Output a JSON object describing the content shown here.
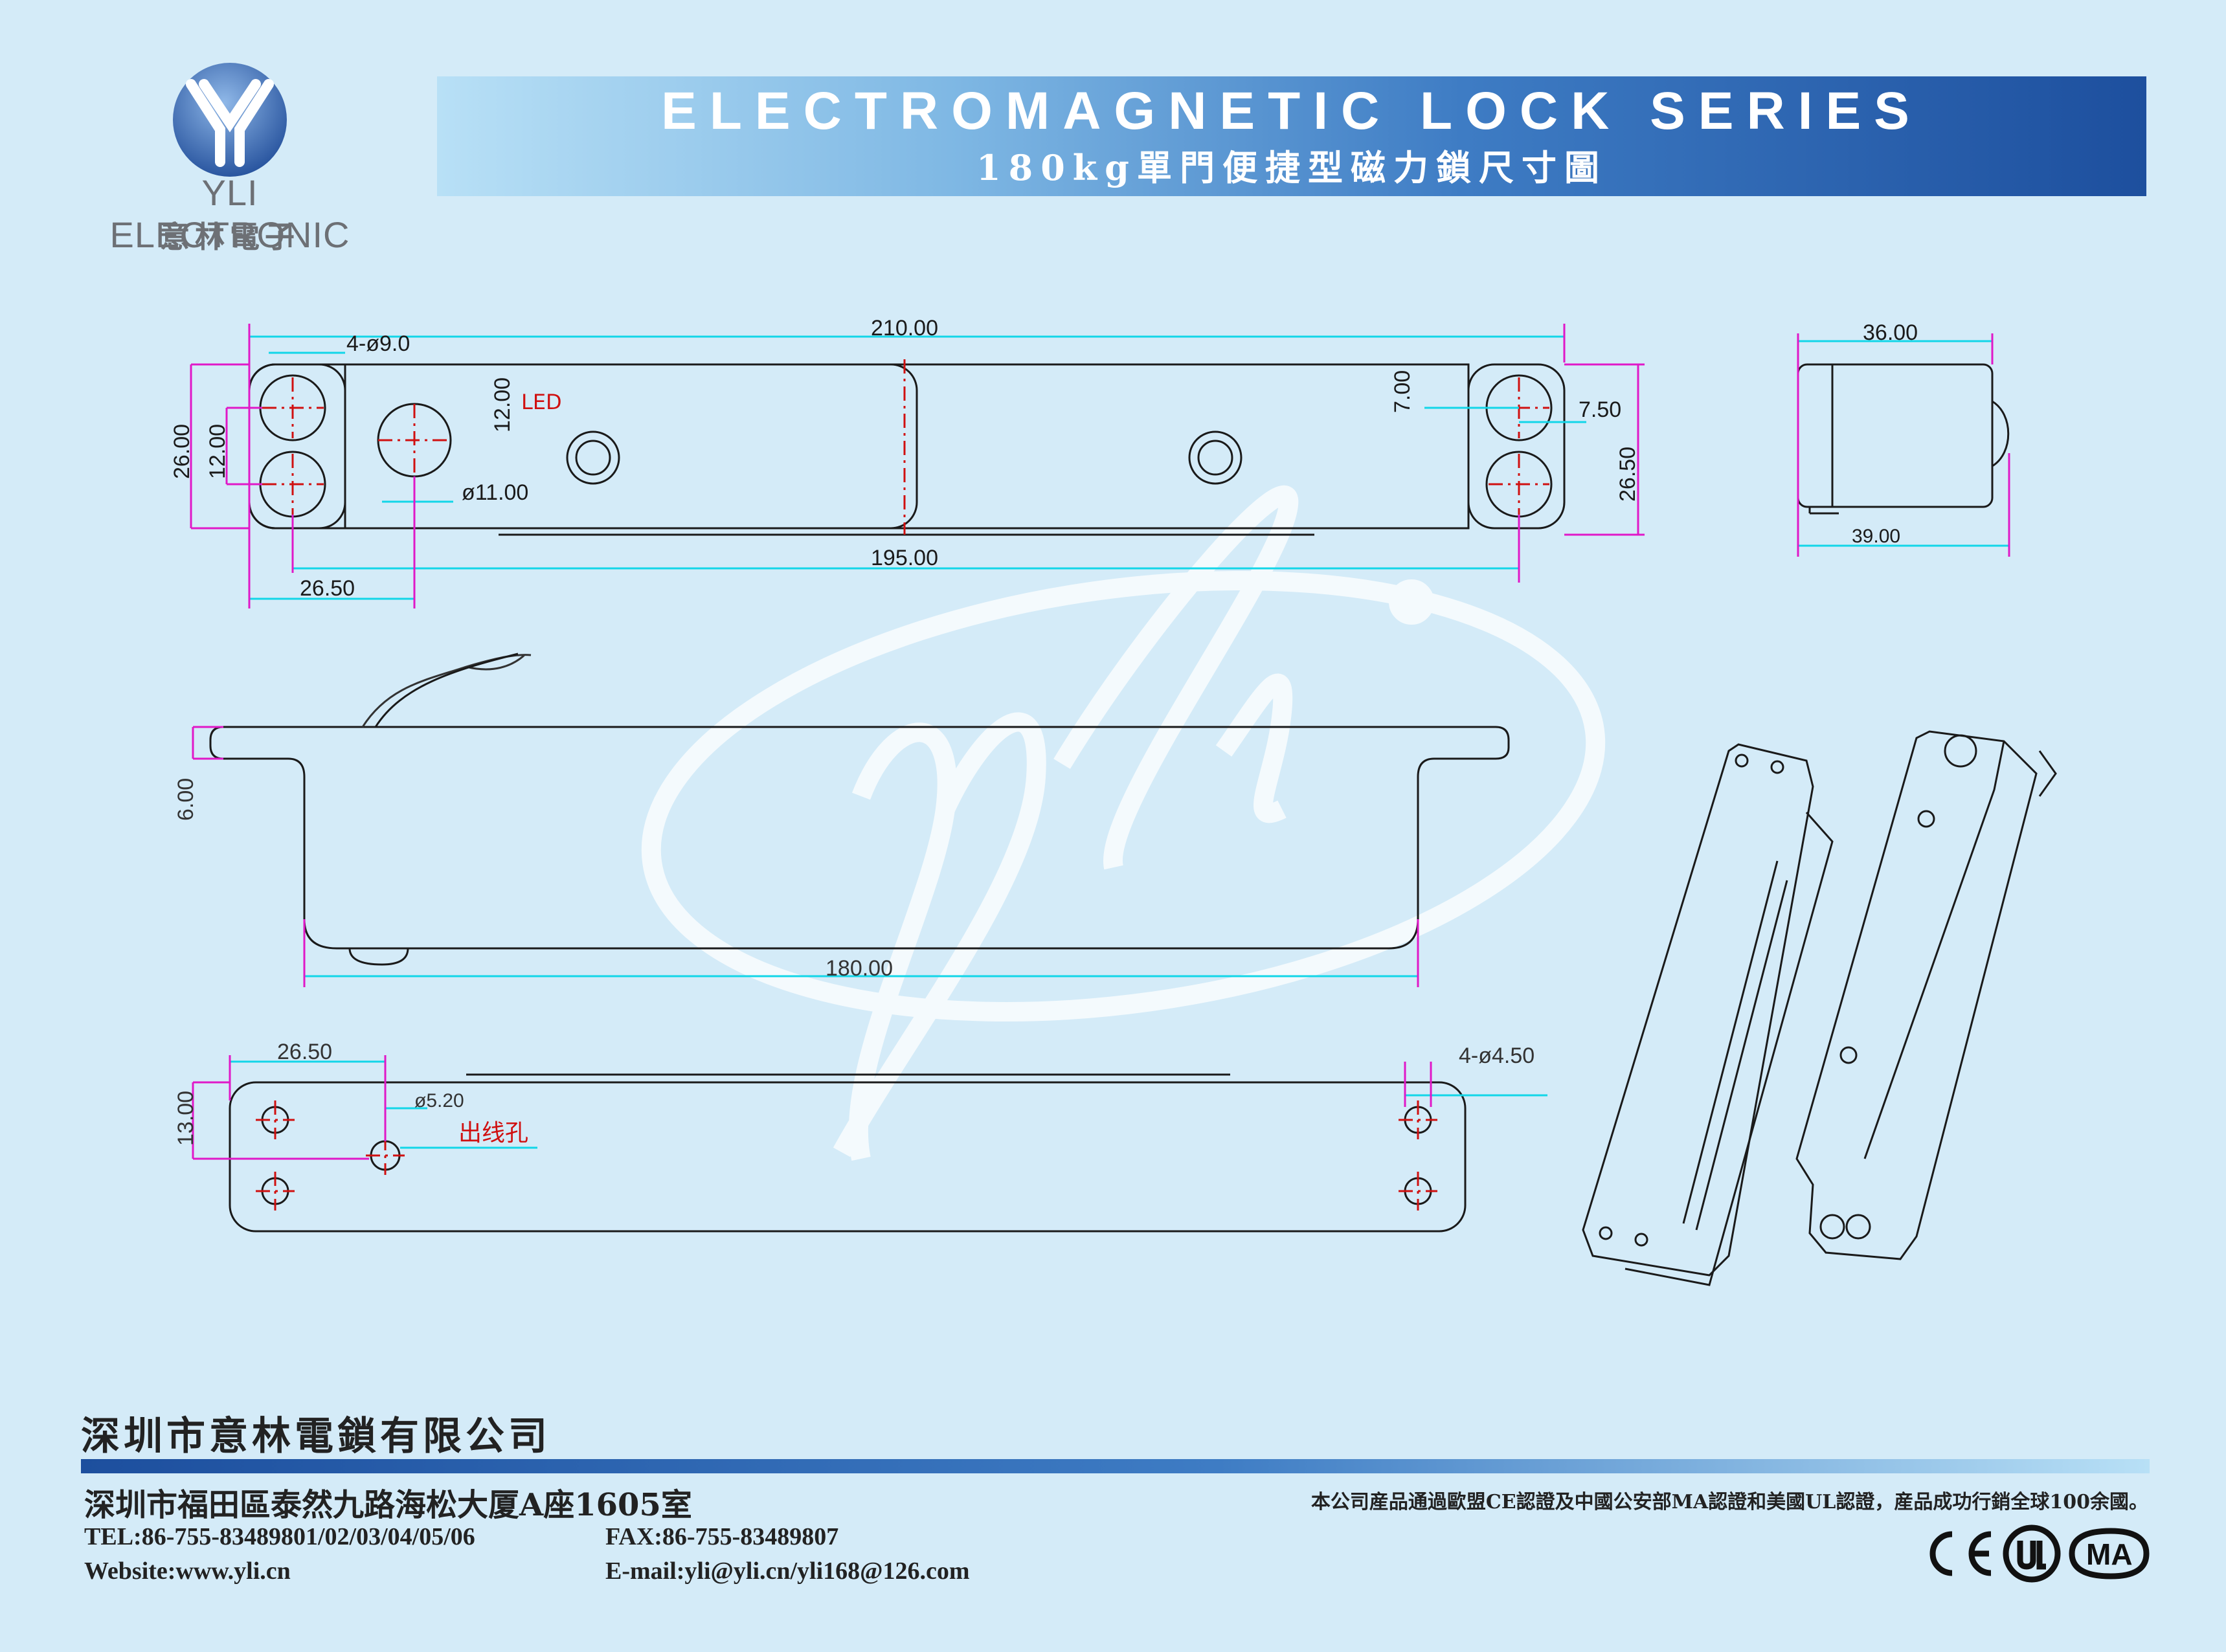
{
  "brand": {
    "logo_text": "YLI ELECTRONIC",
    "logo_subtext": "意林電子",
    "colors": {
      "logo_blue": "#2e5fa8",
      "banner_dark": "#1d4f9e",
      "banner_light": "#b8e0f6",
      "dimension_cyan": "#12d6e8",
      "dimension_magenta": "#e018c8",
      "label_red": "#d01010",
      "watermark": "#ffffff"
    }
  },
  "header": {
    "title": "ELECTROMAGNETIC LOCK SERIES",
    "subtitle": "180kg單門便捷型磁力鎖尺寸圖"
  },
  "drawing": {
    "top_view": {
      "overall_length": "210.00",
      "hole_pitch": "195.00",
      "left_offset": "26.50",
      "mount_holes": "4-ø9.0",
      "height_left": "26.00",
      "hole_spacing": "12.00",
      "led_offset": "12.00",
      "led_label": "LED",
      "led_hole": "ø11.00",
      "right_inset": "7.00",
      "right_hole_offset": "7.50",
      "height_right": "26.50"
    },
    "side_view": {
      "width_top": "36.00",
      "width_bottom": "39.00"
    },
    "front_view": {
      "flange_height": "6.00",
      "body_length": "180.00"
    },
    "bottom_view": {
      "left_offset": "26.50",
      "plate_height": "13.00",
      "cable_hole": "ø5.20",
      "cable_hole_label": "出线孔",
      "mount_holes": "4-ø4.50"
    },
    "watermark_text": "yli"
  },
  "footer": {
    "company_name": "深圳市意林電鎖有限公司",
    "address": "深圳市福田區泰然九路海松大厦A座1605室",
    "tel": "TEL:86-755-83489801/02/03/04/05/06",
    "fax": "FAX:86-755-83489807",
    "website": "Website:www.yli.cn",
    "email": "E-mail:yli@yli.cn/yli168@126.com",
    "certification": "本公司産品通過歐盟CE認證及中國公安部MA認證和美國UL認證，産品成功行銷全球100余國。",
    "cert_marks": [
      "CE",
      "UL",
      "MA"
    ]
  }
}
